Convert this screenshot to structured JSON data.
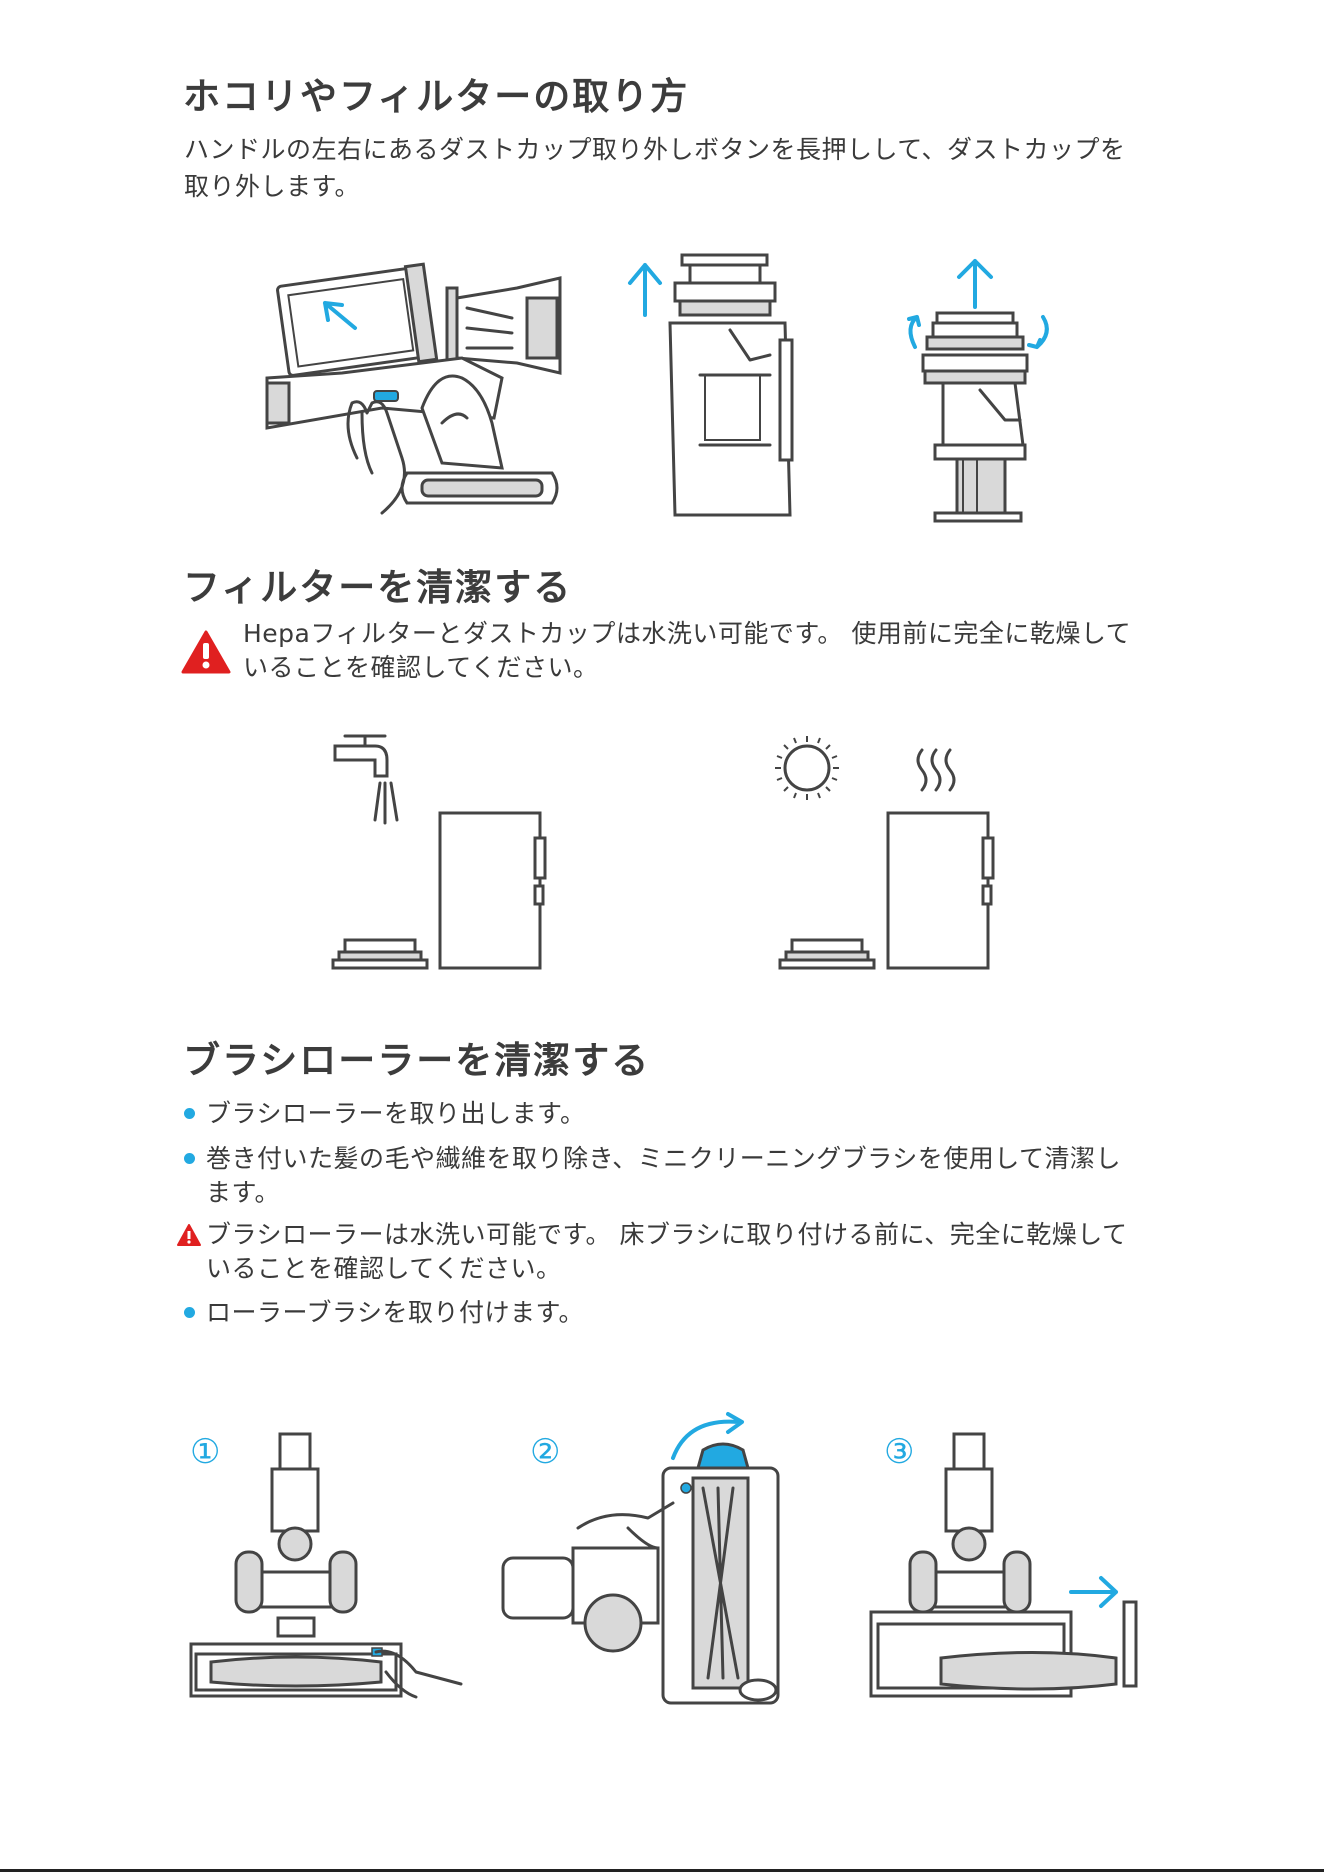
{
  "section1": {
    "title": "ホコリやフィルターの取り方",
    "text_line1": "ハンドルの左右にあるダストカップ取り外しボタンを長押しして、ダストカップを",
    "text_line2": "取り外します。"
  },
  "section2": {
    "title": "フィルターを清潔する",
    "warning_line1": "Hepaフィルターとダストカップは水洗い可能です。 使用前に完全に乾燥して",
    "warning_line2": "いることを確認してください。"
  },
  "section3": {
    "title": "ブラシローラーを清潔する",
    "items": [
      {
        "kind": "bullet",
        "line1": "ブラシローラーを取り出します。",
        "line2": ""
      },
      {
        "kind": "bullet",
        "line1": "巻き付いた髪の毛や繊維を取り除き、ミニクリーニングブラシを使用して清潔し",
        "line2": "ます。"
      },
      {
        "kind": "warning",
        "line1": "ブラシローラーは水洗い可能です。 床ブラシに取り付ける前に、完全に乾燥して",
        "line2": "いることを確認してください。"
      },
      {
        "kind": "bullet",
        "line1": "ローラーブラシを取り付けます。",
        "line2": ""
      }
    ],
    "steps": [
      "①",
      "②",
      "③"
    ]
  },
  "colors": {
    "accent": "#22a9e1",
    "warning": "#e02020",
    "text": "#3a3a3a"
  },
  "icons": [
    "warning-icon",
    "up-arrow-icon",
    "rotate-arrow-icon",
    "faucet-icon",
    "sun-icon",
    "steam-icon",
    "right-arrow-icon"
  ]
}
